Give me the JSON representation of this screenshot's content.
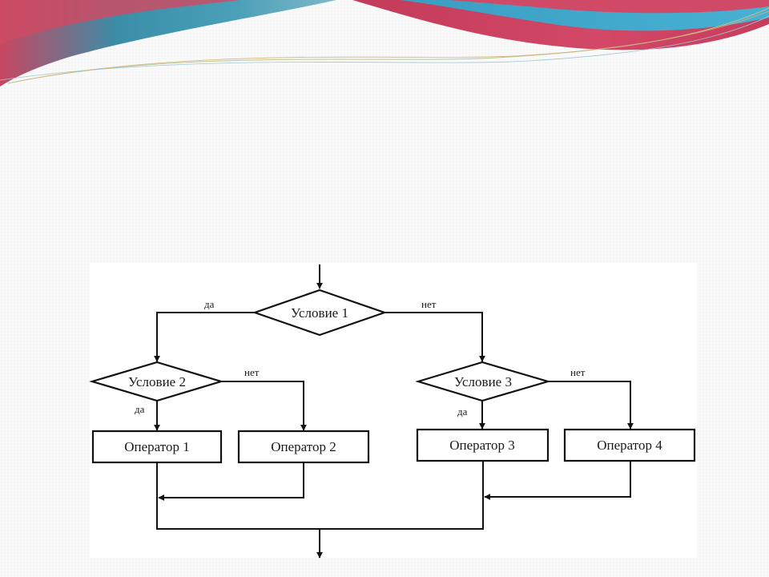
{
  "diagram": {
    "nodes": {
      "condition1": "Условие 1",
      "condition2": "Условие 2",
      "condition3": "Условие 3",
      "operator1": "Оператор 1",
      "operator2": "Оператор 2",
      "operator3": "Оператор 3",
      "operator4": "Оператор 4"
    },
    "labels": {
      "c1_yes": "да",
      "c1_no": "нет",
      "c2_yes": "да",
      "c2_no": "нет",
      "c3_yes": "да",
      "c3_no": "нет"
    }
  },
  "colors": {
    "wave_red": "#cf3f5f",
    "wave_blue": "#2f8aa6",
    "wave_cyan": "#32b6d6",
    "stroke": "#111111"
  }
}
